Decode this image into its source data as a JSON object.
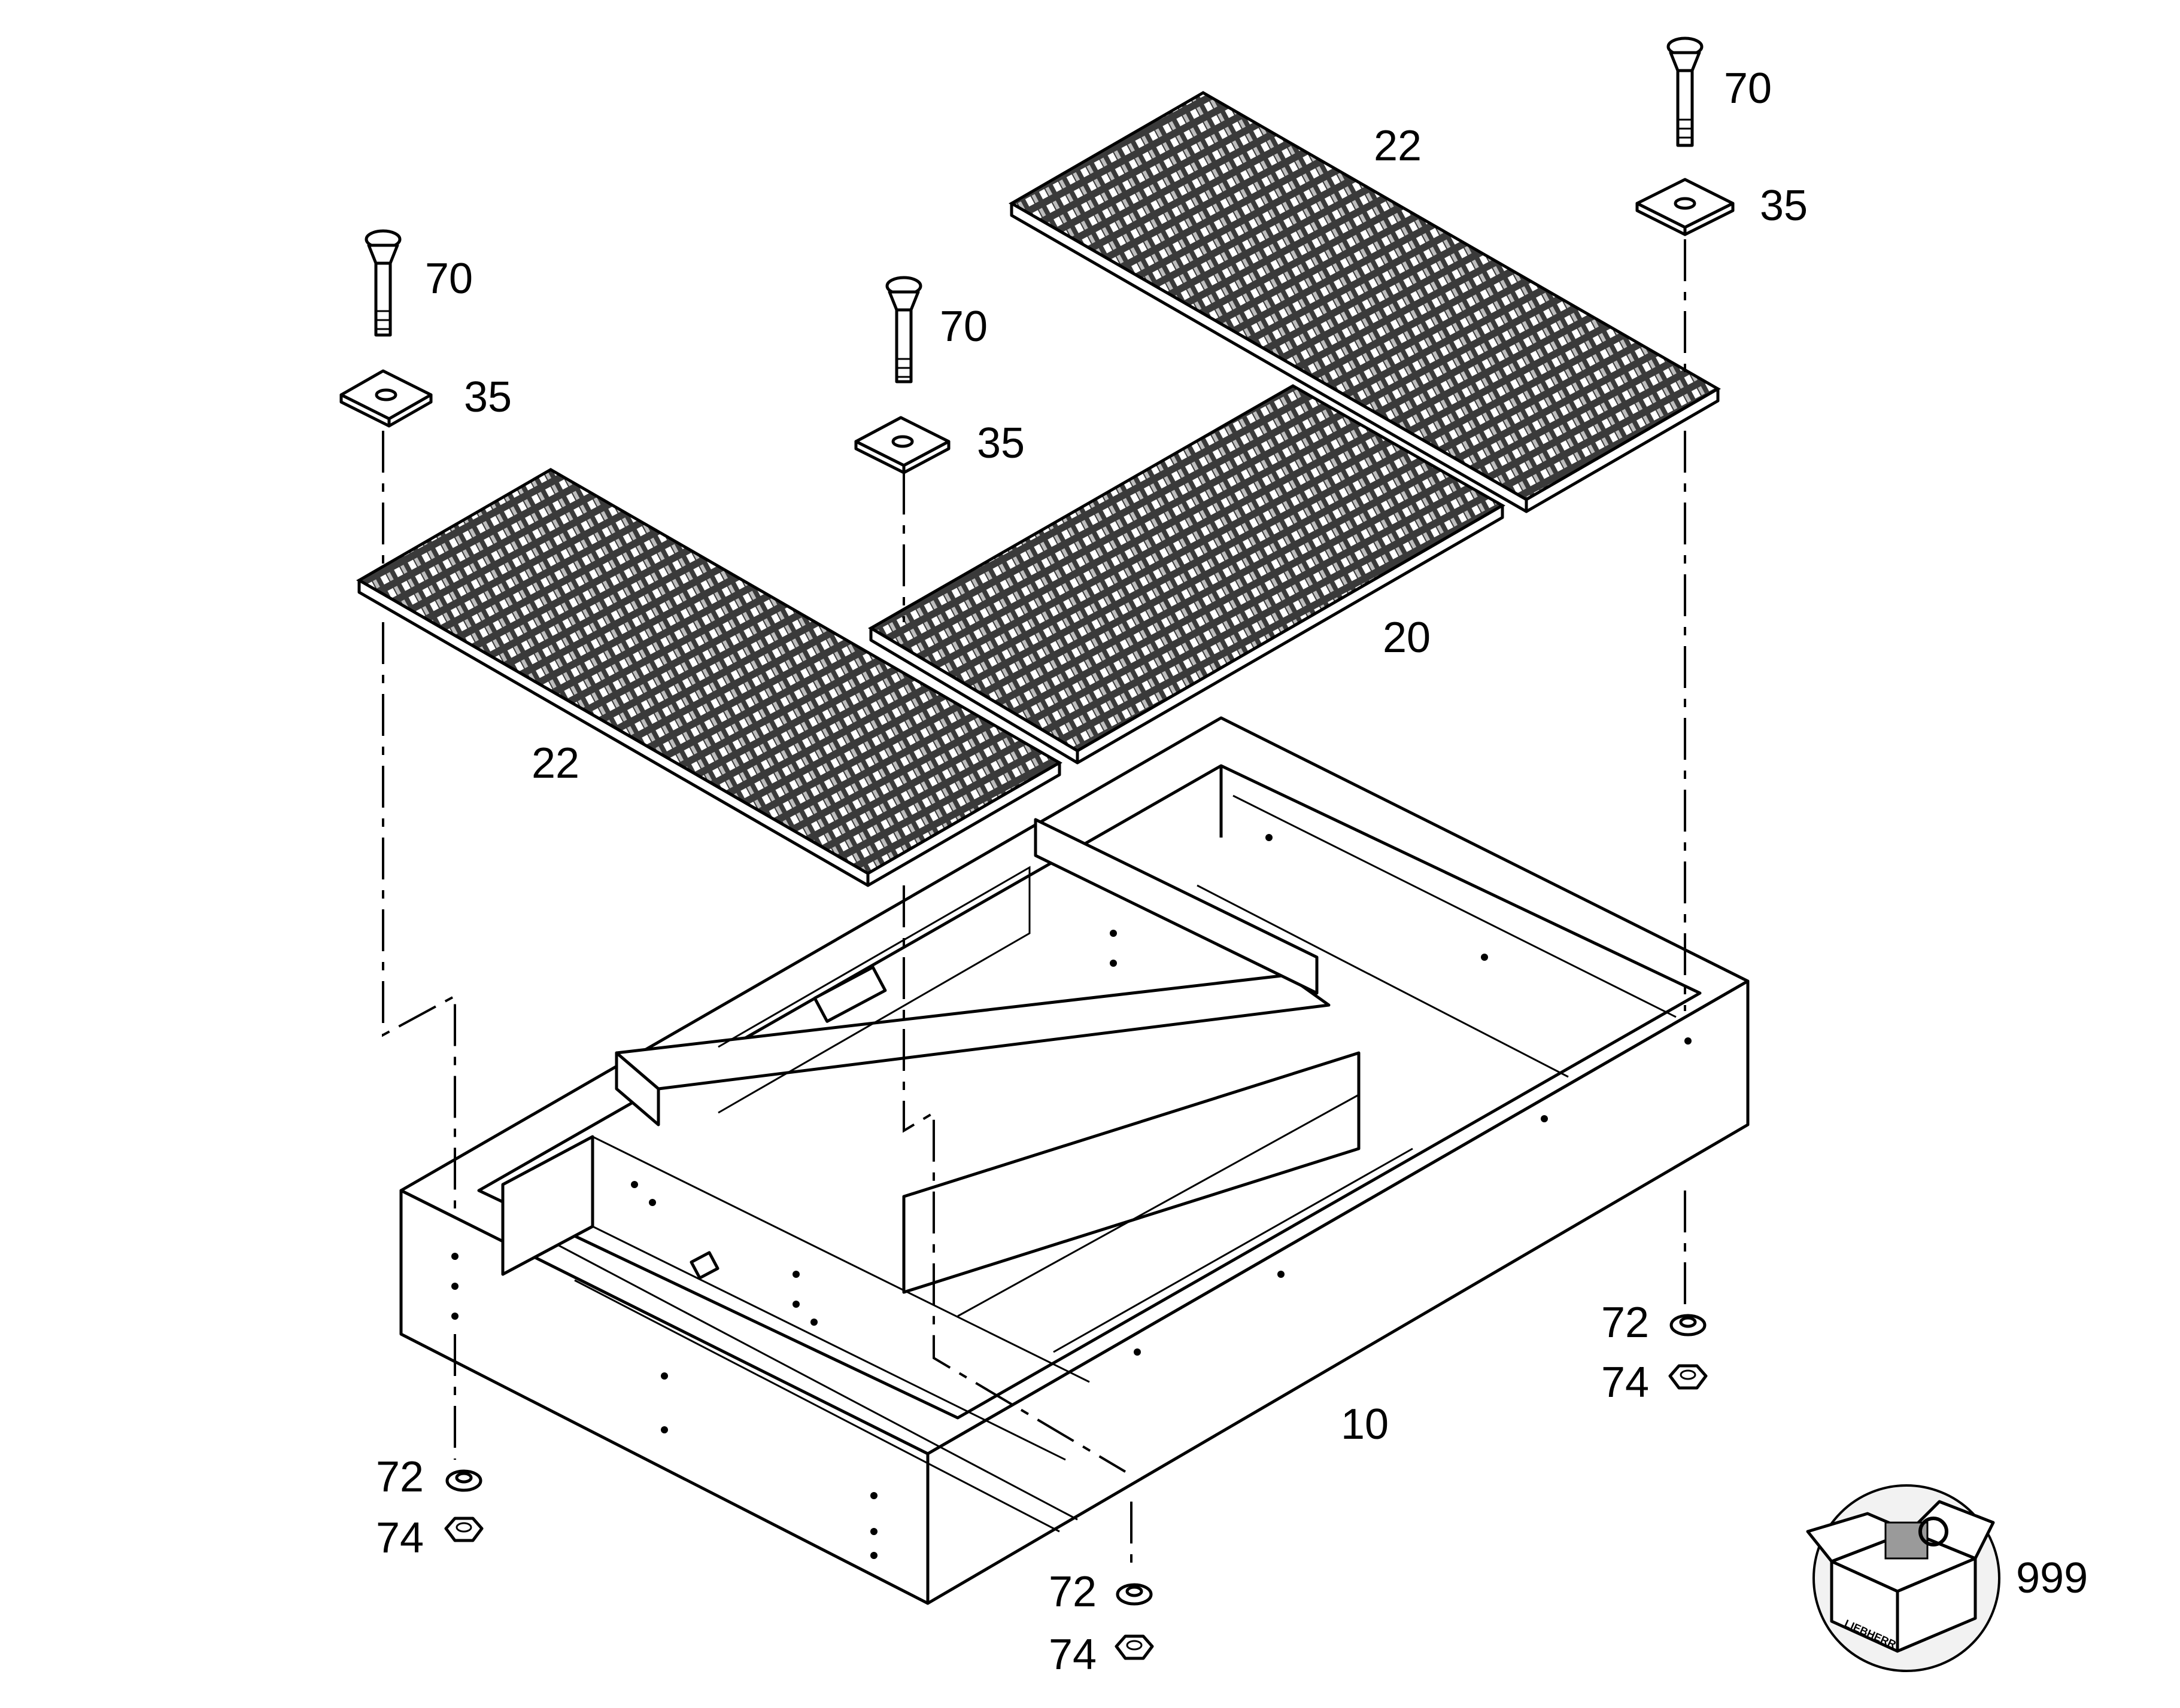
{
  "callouts": {
    "bolt_left": "70",
    "bolt_middle": "70",
    "bolt_right": "70",
    "plate_left": "35",
    "plate_middle": "35",
    "plate_right": "35",
    "grating_top": "22",
    "grating_left": "22",
    "grating_middle": "20",
    "frame": "10",
    "washer_left": "72",
    "nut_left": "74",
    "washer_middle": "72",
    "nut_middle": "74",
    "washer_right": "72",
    "nut_right": "74",
    "kit": "999"
  },
  "logo": {
    "text": "LIEBHERR"
  },
  "colors": {
    "line": "#000000",
    "background": "#ffffff",
    "grating_fill": "#3a3a3a"
  }
}
